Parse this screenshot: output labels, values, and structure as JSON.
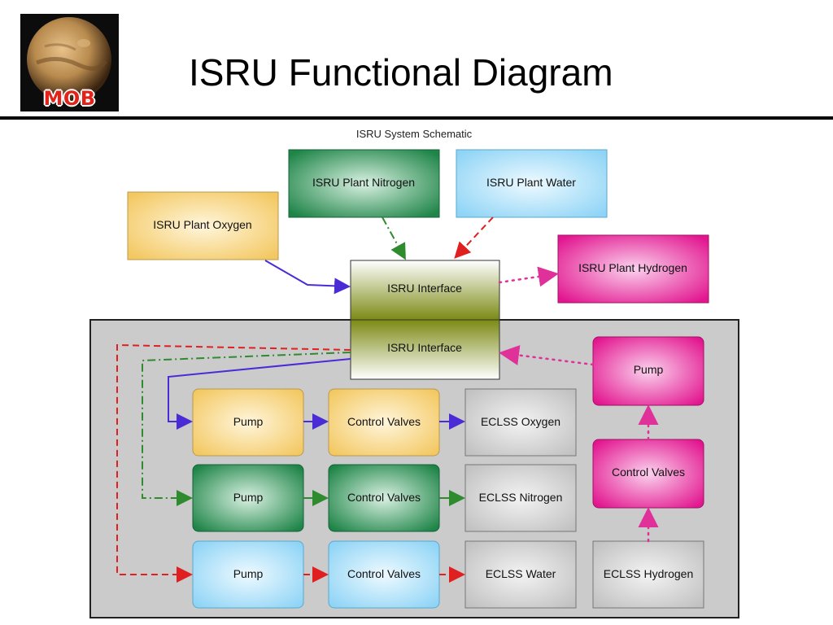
{
  "slide": {
    "title": "ISRU Functional Diagram",
    "logo_text": "MOB"
  },
  "diagram": {
    "schematic_title": "ISRU System Schematic",
    "plants": {
      "oxygen": "ISRU Plant Oxygen",
      "nitrogen": "ISRU Plant Nitrogen",
      "water": "ISRU Plant Water",
      "hydrogen": "ISRU Plant Hydrogen"
    },
    "interface_upper": "ISRU Interface",
    "interface_lower": "ISRU Interface",
    "oxygen_row": {
      "pump": "Pump",
      "valves": "Control Valves",
      "eclss": "ECLSS Oxygen"
    },
    "nitrogen_row": {
      "pump": "Pump",
      "valves": "Control Valves",
      "eclss": "ECLSS Nitrogen"
    },
    "water_row": {
      "pump": "Pump",
      "valves": "Control Valves",
      "eclss": "ECLSS Water"
    },
    "hydrogen_column": {
      "pump": "Pump",
      "valves": "Control Valves",
      "eclss": "ECLSS Hydrogen"
    }
  },
  "colors": {
    "oxygen": "#f8d98a",
    "nitrogen": "#1e8a4a",
    "water": "#9fdcf8",
    "hydrogen": "#ea2a9a",
    "interface": "#7f8f1c",
    "eclss": "#cfcfcf",
    "panel": "#cccccc",
    "oxygen_line": "#4b2bd6",
    "nitrogen_line": "#2e8b2e",
    "water_line": "#e02020",
    "hydrogen_line": "#e0309a"
  }
}
